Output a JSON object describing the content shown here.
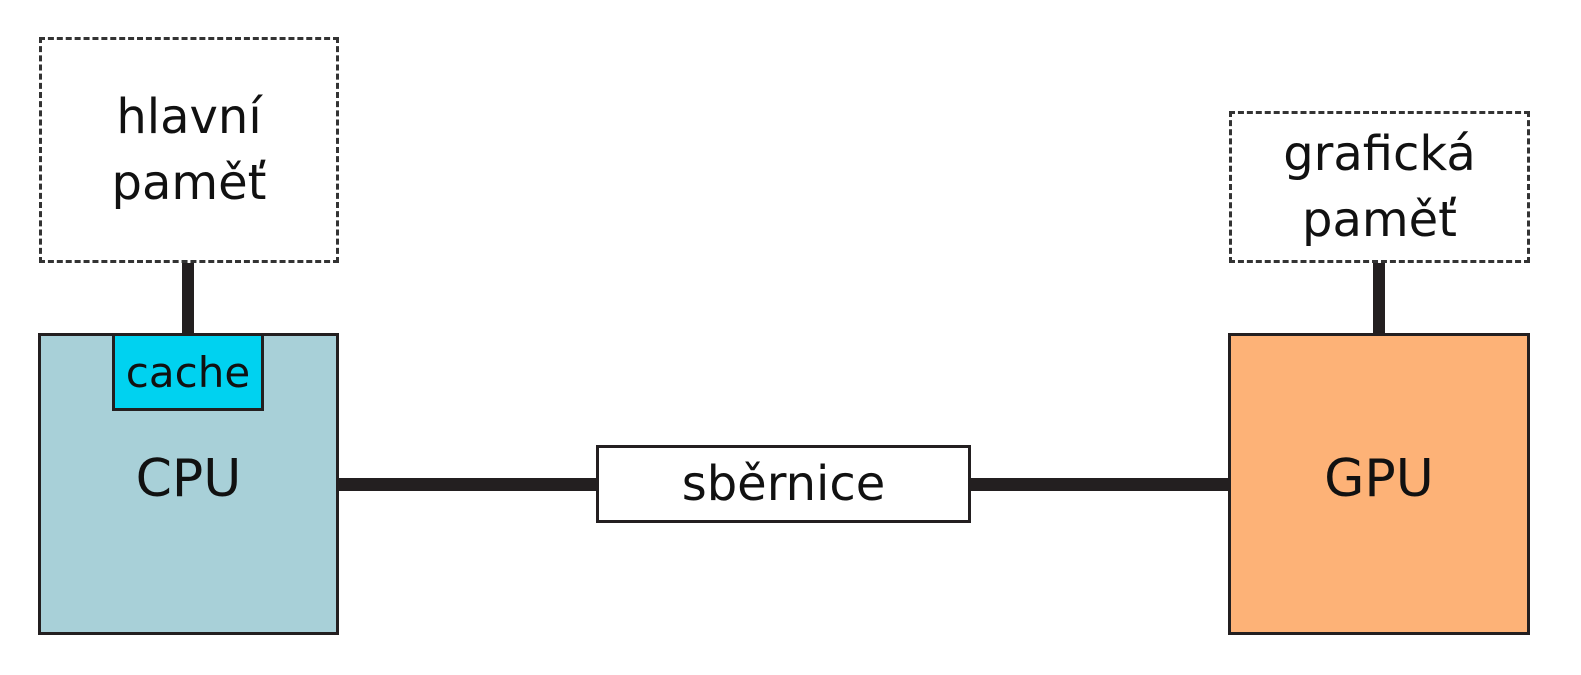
{
  "diagram": {
    "main_memory": {
      "line1": "hlavní",
      "line2": "paměť"
    },
    "graphics_memory": {
      "line1": "grafická",
      "line2": "paměť"
    },
    "cpu": {
      "label": "CPU"
    },
    "cache": {
      "label": "cache"
    },
    "bus": {
      "label": "sběrnice"
    },
    "gpu": {
      "label": "GPU"
    }
  },
  "colors": {
    "cpu_fill": "#a8d0d8",
    "cache_fill": "#00d2f0",
    "gpu_fill": "#fdb277",
    "line": "#231f20",
    "dashed_border": "#333333"
  }
}
